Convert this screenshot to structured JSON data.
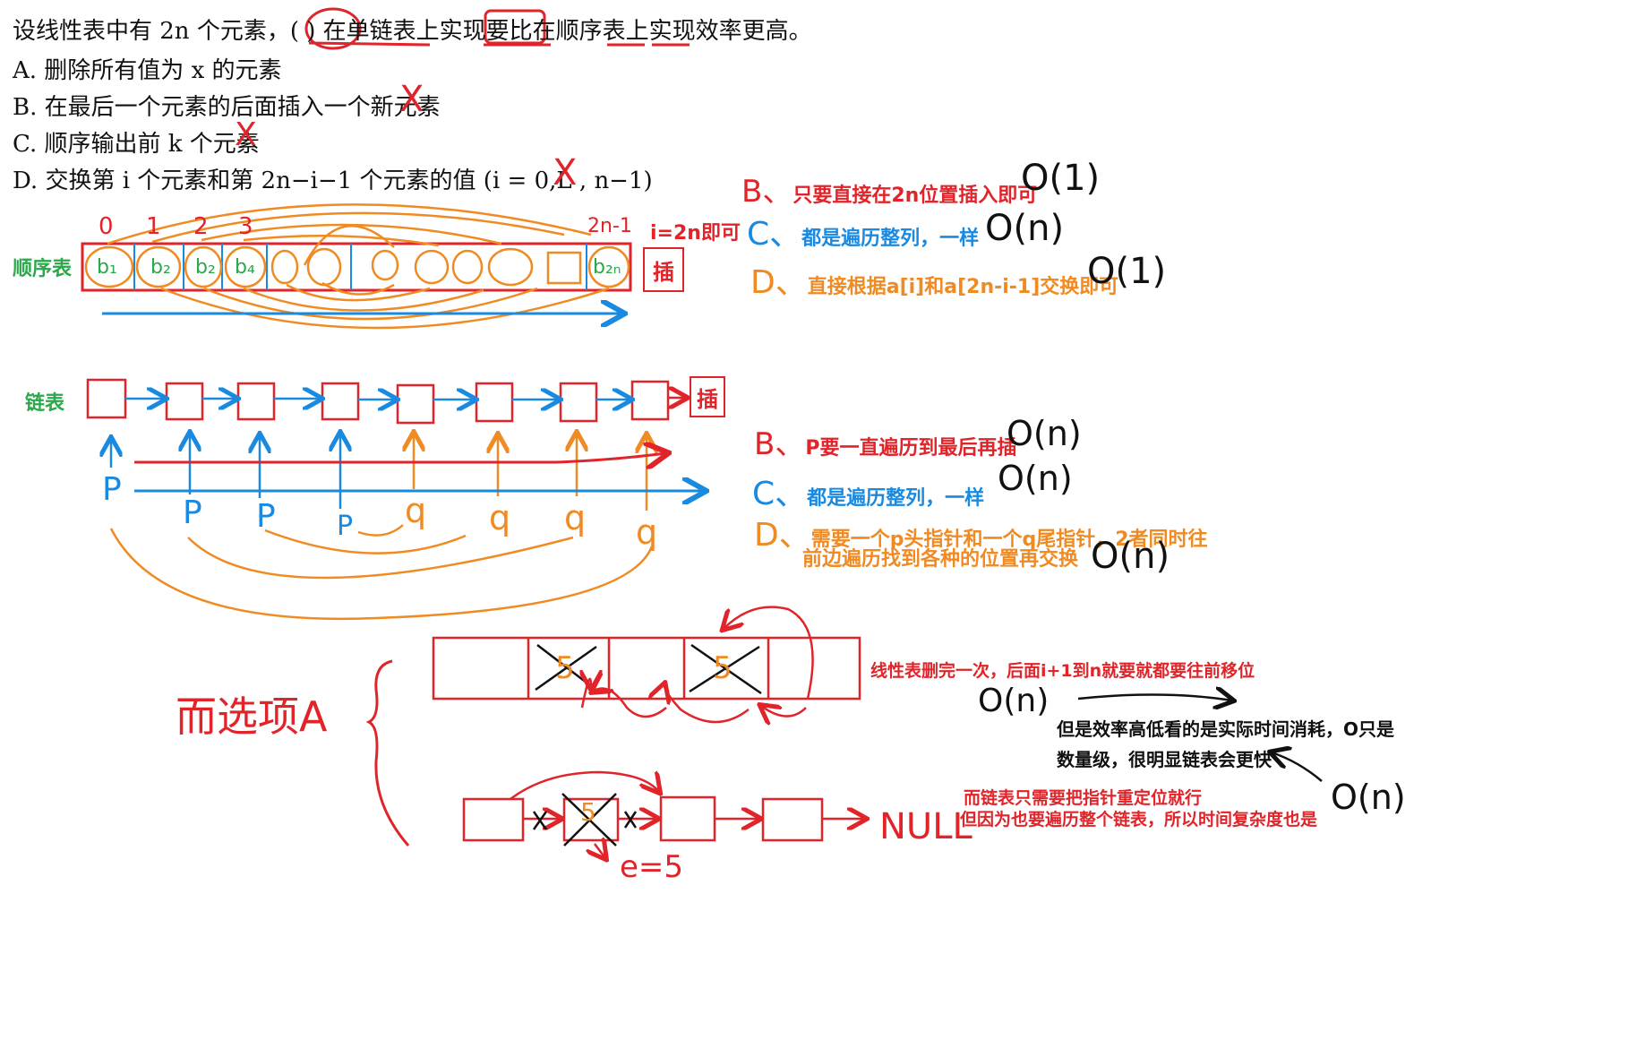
{
  "question": {
    "stem": "设线性表中有 2n 个元素，( ) 在单链表上实现要比在顺序表上实现效率更高。",
    "options": [
      {
        "key": "A",
        "text": "A.  删除所有值为 x 的元素",
        "mark": ""
      },
      {
        "key": "B",
        "text": "B.  在最后一个元素的后面插入一个新元素",
        "mark": "X"
      },
      {
        "key": "C",
        "text": "C.  顺序输出前 k 个元素",
        "mark": "X"
      },
      {
        "key": "D",
        "text": "D.  交换第 i 个元素和第 2n−i−1 个元素的值 (i = 0,L , n−1)",
        "mark": "X"
      }
    ]
  },
  "seq_table": {
    "label": "顺序表",
    "index_labels": [
      "0",
      "1",
      "2",
      "3",
      "2n-1"
    ],
    "cell_labels": [
      "b₁",
      "b₂",
      "b₂",
      "b₄",
      "",
      "",
      "·",
      "",
      "",
      "",
      "",
      "b₂ₙ"
    ],
    "insert_label": "插",
    "insert_note": "i=2n即可"
  },
  "seq_notes": [
    {
      "letter": "B、",
      "text": "只要直接在2n位置插入即可",
      "complexity": "O(1)",
      "color": "#e0242a"
    },
    {
      "letter": "C、",
      "text": "都是遍历整列，一样",
      "complexity": "O(n)",
      "color": "#1a8ae0"
    },
    {
      "letter": "D、",
      "text": "直接根据a[i]和a[2n-i-1]交换即可",
      "complexity": "O(1)",
      "color": "#f08a22"
    }
  ],
  "linked_list": {
    "label": "链表",
    "insert_label": "插",
    "pointer_labels": [
      "P",
      "P",
      "P",
      "P",
      "q",
      "q",
      "q",
      "q"
    ]
  },
  "list_notes": [
    {
      "letter": "B、",
      "text": "P要一直遍历到最后再插",
      "complexity": "O(n)",
      "color": "#e0242a"
    },
    {
      "letter": "C、",
      "text": "都是遍历整列，一样",
      "complexity": "O(n)",
      "color": "#1a8ae0"
    },
    {
      "letter": "D、",
      "text": "需要一个p头指针和一个q尾指针，2者同时往",
      "text2": "前边遍历找到各种的位置再交换",
      "complexity": "O(n)",
      "color": "#f08a22"
    }
  ],
  "option_a": {
    "label": "而选项A",
    "array_value": "5",
    "array_note": "线性表删完一次，后面i+1到n就要就都要往前移位",
    "array_complexity": "O(n)",
    "efficiency_note_1": "但是效率高低看的是实际时间消耗，O只是",
    "efficiency_note_2": "数量级，很明显链表会更快",
    "list_node_value": "5",
    "list_null": "NULL",
    "e_label": "e=5",
    "list_note_1": "而链表只需要把指针重定位就行",
    "list_note_2": "但因为也要遍历整个链表，所以时间复杂度也是",
    "list_complexity": "O(n)"
  },
  "colors": {
    "red": "#e0242a",
    "blue": "#1a8ae0",
    "orange": "#f08a22",
    "green": "#2aa84a"
  }
}
